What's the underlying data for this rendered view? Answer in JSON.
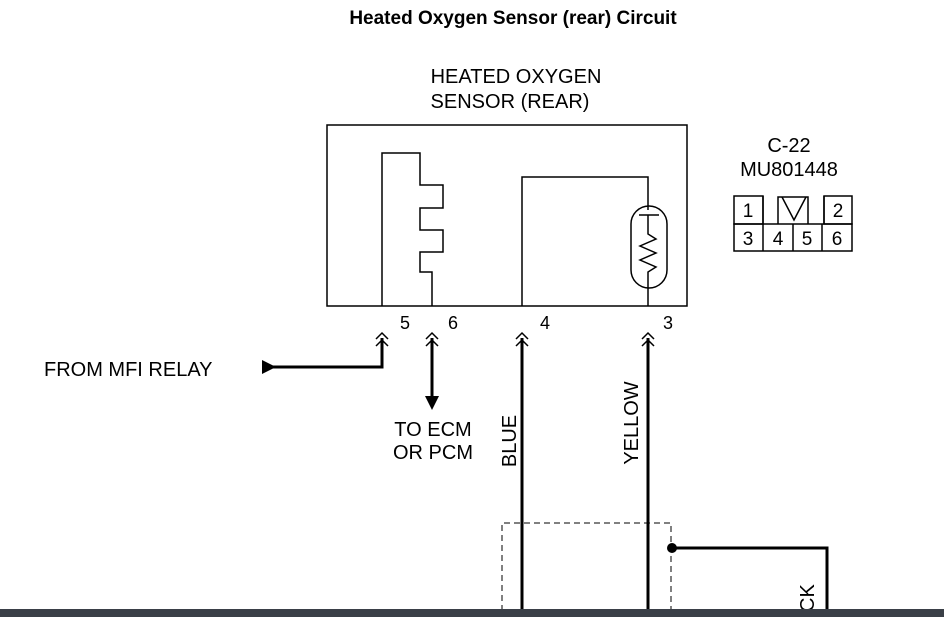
{
  "title": "Heated Oxygen Sensor (rear) Circuit",
  "sensor": {
    "line1": "HEATED OXYGEN",
    "line2": "SENSOR (REAR)"
  },
  "connector": {
    "id": "C-22",
    "part_number": "MU801448",
    "top_row": [
      "1",
      "2"
    ],
    "bottom_row": [
      "3",
      "4",
      "5",
      "6"
    ]
  },
  "pins": {
    "p5": "5",
    "p6": "6",
    "p4": "4",
    "p3": "3"
  },
  "labels": {
    "from_relay": "FROM MFI RELAY",
    "to_ecm_1": "TO ECM",
    "to_ecm_2": "OR PCM",
    "wire_blue": "BLUE",
    "wire_yellow": "YELLOW",
    "partial": "CK"
  }
}
